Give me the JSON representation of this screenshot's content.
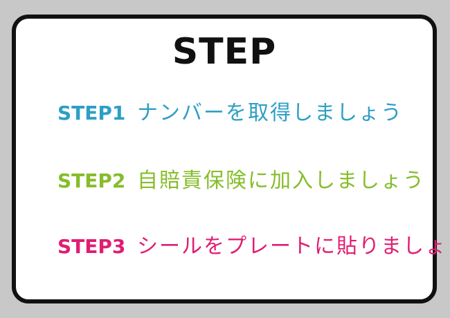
{
  "title": "STEP",
  "steps": [
    {
      "label": "STEP1",
      "text": "ナンバーを取得しましょう",
      "color": "#2e9fc4"
    },
    {
      "label": "STEP2",
      "text": "自賠責保険に加入しましょう",
      "color": "#86bd2a"
    },
    {
      "label": "STEP3",
      "text": "シールをプレートに貼りましょう",
      "color": "#e01d73"
    }
  ]
}
